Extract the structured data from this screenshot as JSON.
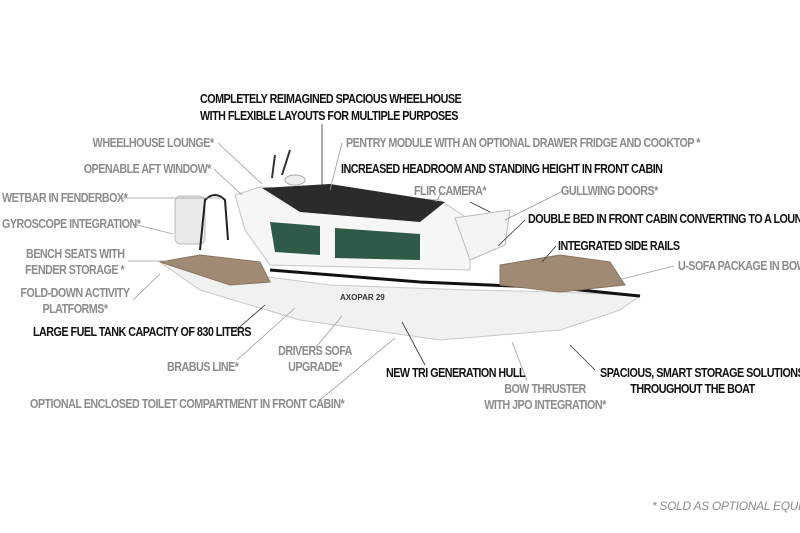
{
  "colors": {
    "standard": "#111111",
    "optional": "#8c8c8c",
    "hull": "#f1f1f1",
    "glass": "#2f5a48",
    "deck": "#a08a74",
    "roof": "#2b2b2b"
  },
  "labels": {
    "wheelhouse": [
      "COMPLETELY REIMAGINED SPACIOUS WHEELHOUSE",
      "WITH FLEXIBLE LAYOUTS FOR MULTIPLE PURPOSES"
    ],
    "wheelhouse_lounge": "WHEELHOUSE LOUNGE*",
    "pentry": "PENTRY MODULE WITH AN OPTIONAL DRAWER FRIDGE AND COOKTOP *",
    "headroom": "INCREASED HEADROOM AND STANDING HEIGHT IN FRONT CABIN",
    "aft_window": "OPENABLE AFT WINDOW*",
    "flir": "FLIR CAMERA*",
    "gullwing": "GULLWING DOORS*",
    "wetbar": "WETBAR IN FENDERBOX*",
    "gyroscope": "GYROSCOPE INTEGRATION*",
    "double_bed": "DOUBLE BED IN FRONT CABIN CONVERTING TO A LOUNGE S",
    "side_rails": "INTEGRATED SIDE RAILS",
    "bench": [
      "BENCH SEATS WITH",
      "FENDER STORAGE *"
    ],
    "usofa": "U-SOFA PACKAGE IN BOW *",
    "fold_down": [
      "FOLD-DOWN ACTIVITY",
      "PLATFORMS*"
    ],
    "fuel": "LARGE FUEL TANK CAPACITY OF 830 LITERS",
    "drivers_sofa": [
      "DRIVERS SOFA",
      "UPGRADE*"
    ],
    "brabus": "BRABUS LINE*",
    "hull": "NEW TRI GENERATION HULL",
    "storage": [
      "SPACIOUS, SMART STORAGE SOLUTIONS",
      "THROUGHOUT THE BOAT"
    ],
    "bow_thruster": [
      "BOW THRUSTER",
      "WITH JPO INTEGRATION*"
    ],
    "toilet": "OPTIONAL ENCLOSED TOILET COMPARTMENT IN FRONT CABIN*"
  },
  "footnote": "*  SOLD AS OPTIONAL EQUIPMEN",
  "logo": "AXOPAR 29"
}
